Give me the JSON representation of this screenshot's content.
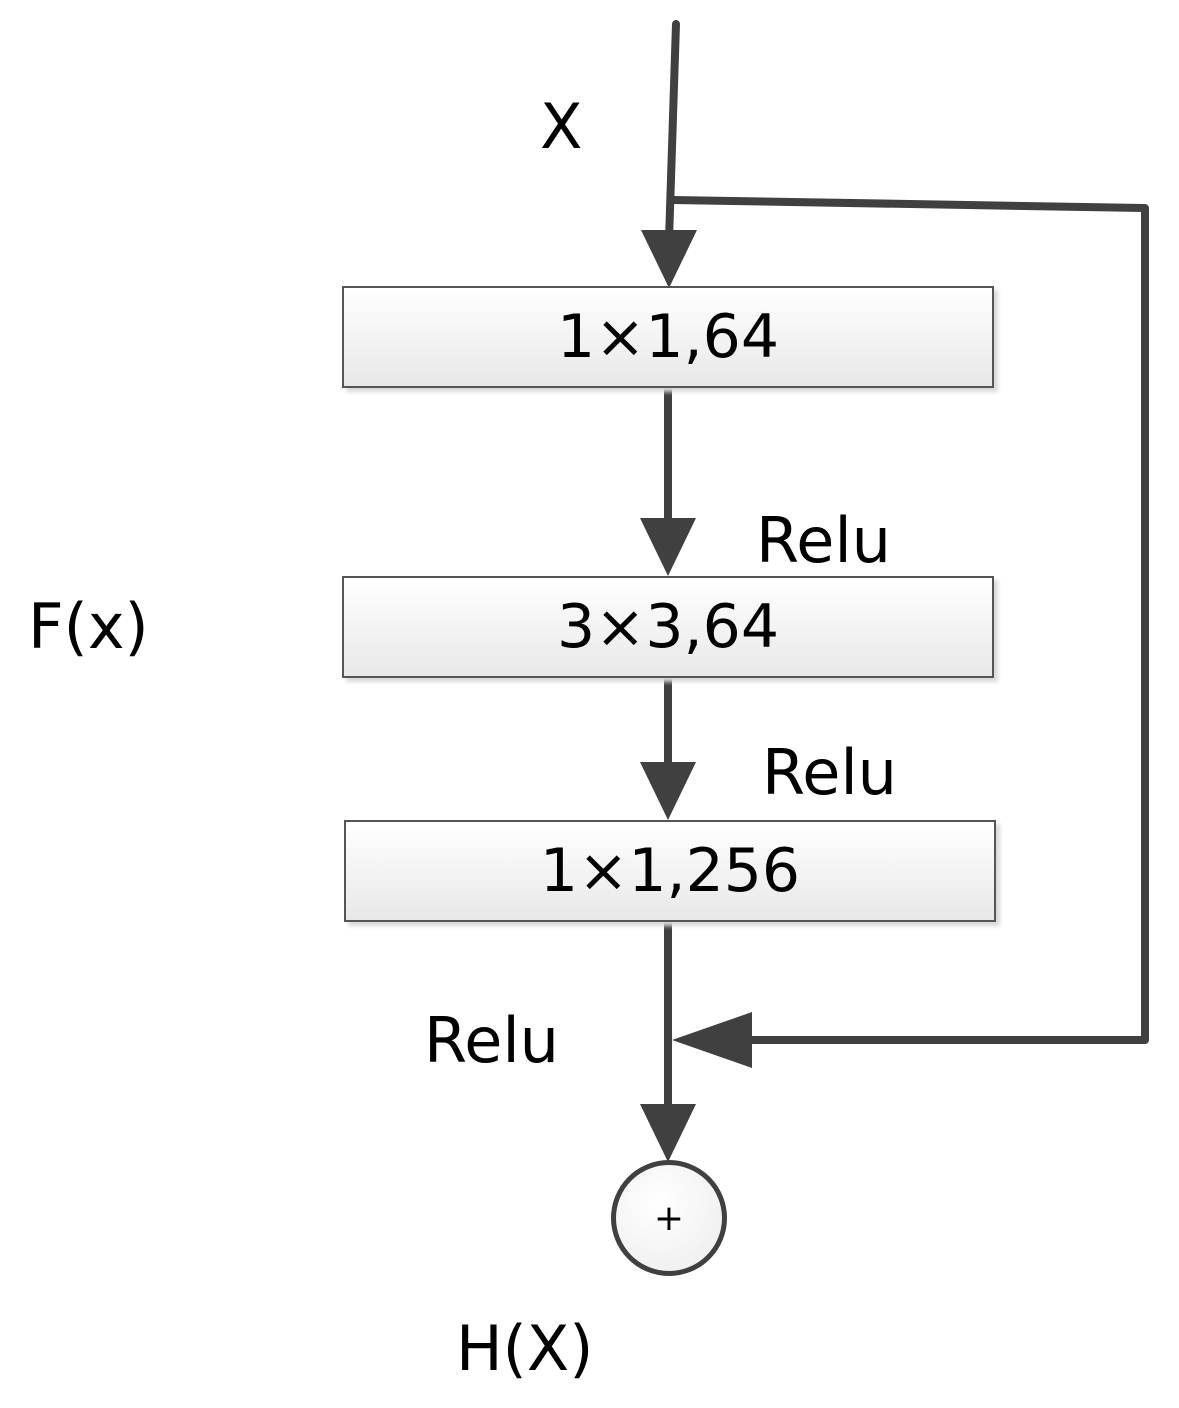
{
  "input_label": "X",
  "block_label": "F(x)",
  "output_label": "H(X)",
  "layers": [
    {
      "text": "1×1,64"
    },
    {
      "text": "3×3,64"
    },
    {
      "text": "1×1,256"
    }
  ],
  "activations": [
    "Relu",
    "Relu",
    "Relu"
  ],
  "sum_symbol": "+",
  "colors": {
    "line": "#404040",
    "box_border": "#555555",
    "box_fill_top": "#ffffff",
    "box_fill_bottom": "#e8e8e8"
  }
}
